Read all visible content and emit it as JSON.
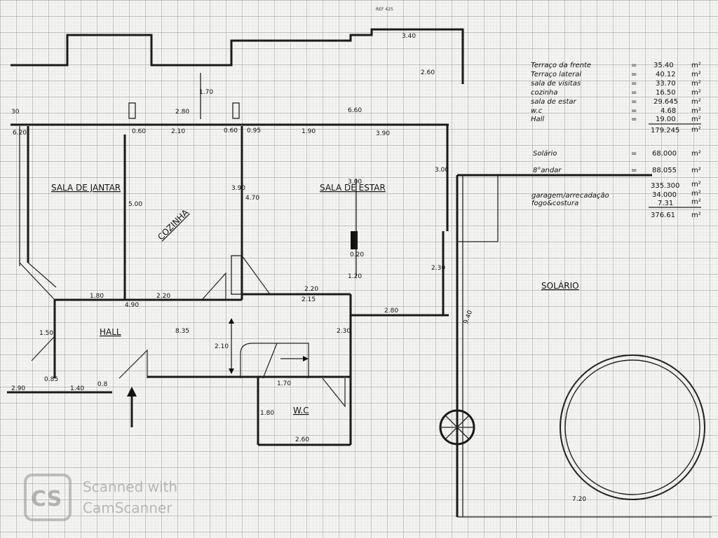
{
  "header": {
    "ref": "REF 425"
  },
  "rooms": {
    "sala_jantar": "SALA DE JANTAR",
    "cozinha": "COZINHA",
    "sala_estar": "SALA DE ESTAR",
    "hall": "HALL",
    "wc": "W.C",
    "solario": "SOLÁRIO"
  },
  "dimensions": {
    "d_340": "3.40",
    "d_260_top": "2.60",
    "d_170": "1.70",
    "d_30": "30",
    "d_280_top": "2.80",
    "d_660": "6.60",
    "d_620": "6.20",
    "d_060a": "0.60",
    "d_210": "2.10",
    "d_060b": "0.60",
    "d_095": "0.95",
    "d_190": "1.90",
    "d_390": "3.90",
    "d_500": "5.00",
    "d_390b": "3.90",
    "d_470": "4.70",
    "d_300a": "3.00",
    "d_300b": "3.00",
    "d_020": "0.20",
    "d_120": "1.20",
    "d_230a": "2.30",
    "d_180": "1.80",
    "d_220a": "2.20",
    "d_490": "4.90",
    "d_220b": "2.20",
    "d_215": "2.15",
    "d_280b": "2.80",
    "d_940": "9.40",
    "d_835": "8.35",
    "d_210b": "2.10",
    "d_230b": "2.30",
    "d_150": "1.50",
    "d_085": "0.85",
    "d_290": "2.90",
    "d_140": "1.40",
    "d_08": "0.8",
    "d_170b": "1.70",
    "d_180b": "1.80",
    "d_260b": "2.60",
    "d_720": "7.20"
  },
  "areas": {
    "rows": [
      {
        "label": "Terraço da frente",
        "value": "35.40",
        "unit": "m²"
      },
      {
        "label": "Terraço lateral",
        "value": "40.12",
        "unit": "m²"
      },
      {
        "label": "sala de visitas",
        "value": "33.70",
        "unit": "m²"
      },
      {
        "label": "cozinha",
        "value": "16.50",
        "unit": "m²"
      },
      {
        "label": "sala de estar",
        "value": "29.645",
        "unit": "m²"
      },
      {
        "label": "w.c",
        "value": "4.68",
        "unit": "m²"
      },
      {
        "label": "Hall",
        "value": "19.00",
        "unit": "m²"
      }
    ],
    "subtotal": "179.245",
    "subtotal_unit": "m²",
    "solario_label": "Solário",
    "solario_value": "68.000",
    "solario_unit": "m²",
    "andar_label": "8°andar",
    "andar_value": "88.055",
    "andar_unit": "m²",
    "total1": "335.300",
    "total1_unit": "m²",
    "garagem_label": "garagem/arrecadação",
    "garagem_value": "34.000",
    "garagem_unit": "m²",
    "fogo_label": "fogo&costura",
    "fogo_value": "7.31",
    "fogo_unit": "m²",
    "grand_total": "376.61",
    "grand_total_unit": "m²"
  },
  "watermark": {
    "line1": "Scanned with",
    "line2": "CamScanner",
    "logo": "CS"
  },
  "colors": {
    "paper": "#f4f4f2",
    "grid_minor": "#c9c9c9",
    "grid_major": "#8f8f8f",
    "ink": "#1a1a1a"
  }
}
